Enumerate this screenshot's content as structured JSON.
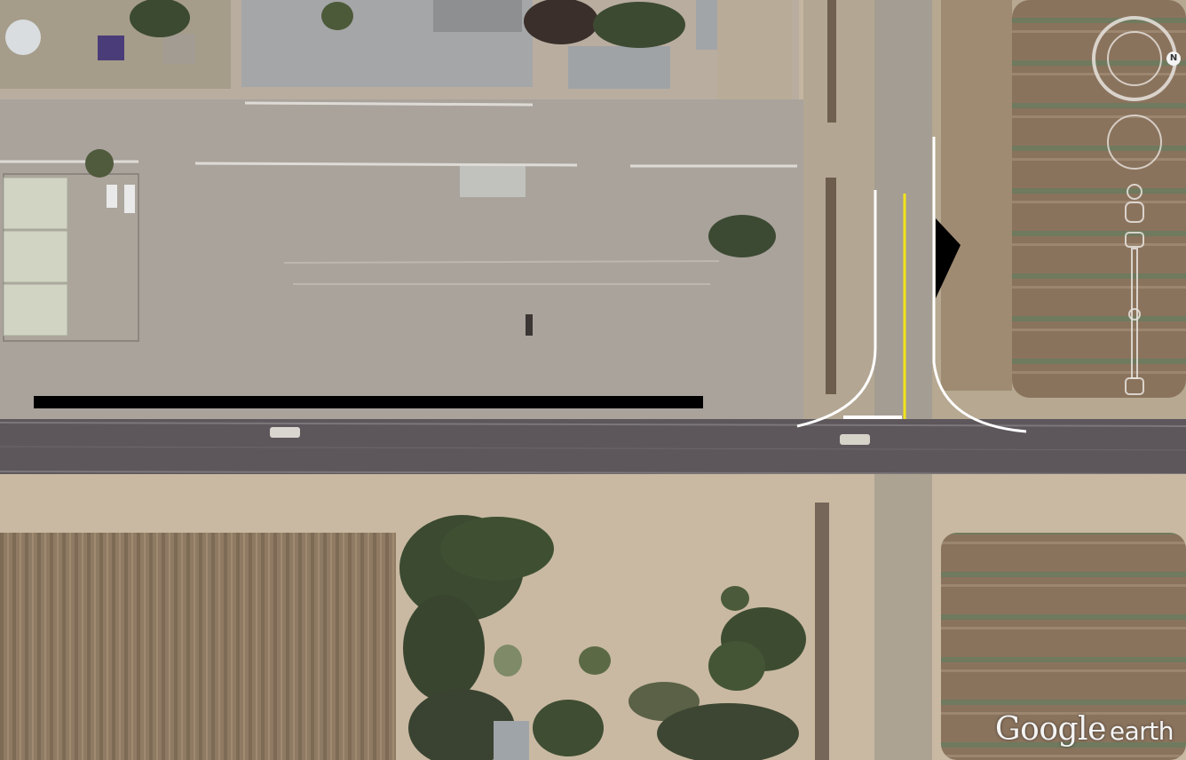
{
  "app": {
    "logo_brand": "Google",
    "logo_product": "earth"
  },
  "navigation": {
    "compass_north_label": "N",
    "controls": [
      "compass-ring",
      "look-joystick",
      "street-view-pegman",
      "zoom-slider"
    ]
  },
  "annotations": {
    "colors": {
      "curb_lines": "#ffffff",
      "center_line": "#f2e51a",
      "barrier_bar": "#000000",
      "arrow_marker": "#000000"
    },
    "items": [
      "barrier-bar",
      "yellow-center-line",
      "white-curb-line-west",
      "white-curb-line-east",
      "stop-bar",
      "black-triangle-marker"
    ]
  },
  "imagery": {
    "land_colors": {
      "gravel_lot": "#a8a29b",
      "dirt": "#c9b9a1",
      "field_plowed": "#8d7a63",
      "road_asphalt": "#5f5a5e",
      "tree": "#3e5031",
      "roof": "#9a9b9c"
    }
  }
}
